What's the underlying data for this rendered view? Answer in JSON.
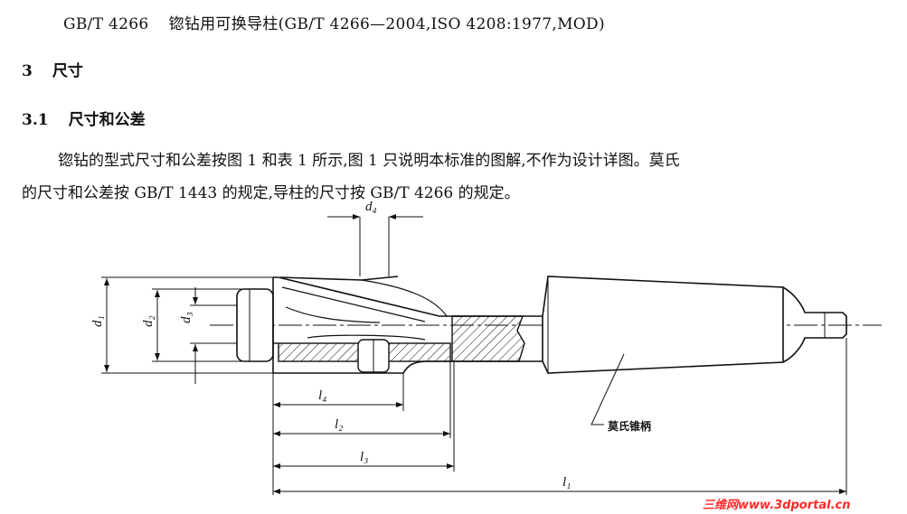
{
  "header": {
    "code": "GB/T 4266",
    "title": "锪钻用可换导柱(GB/T 4266—2004,ISO 4208:1977,MOD)"
  },
  "section3": {
    "num": "3",
    "title": "尺寸"
  },
  "section31": {
    "num": "3.1",
    "title": "尺寸和公差"
  },
  "paragraph": {
    "line1": "锪钻的型式尺寸和公差按图 1 和表 1 所示,图 1 只说明本标准的图解,不作为设计详图。莫氏",
    "line2": "的尺寸和公差按 GB/T 1443 的规定,导柱的尺寸按 GB/T 4266 的规定。"
  },
  "drawing": {
    "labels": {
      "d1": "d₁",
      "d2": "d₂",
      "d3": "d₃",
      "d4": "d₄",
      "l1": "l₁",
      "l2": "l₂",
      "l3": "l₃",
      "l4": "l₄"
    },
    "callout": "莫氏锥柄"
  },
  "watermark": "三维网www.3dportal.cn"
}
